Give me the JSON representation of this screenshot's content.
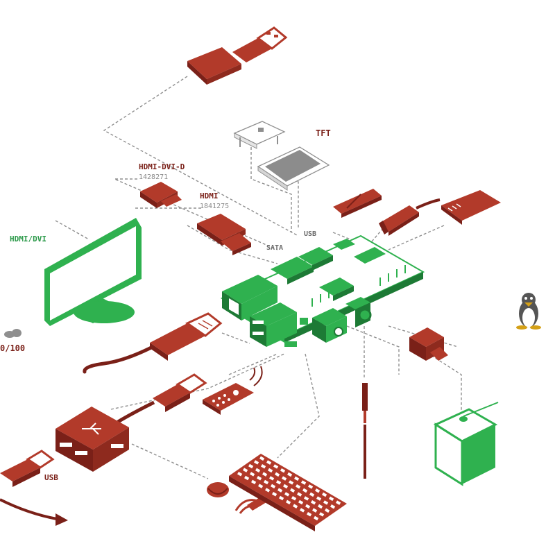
{
  "labels": {
    "tft": "TFT",
    "hdmi_dvi_d": "HDMI-DVI-D",
    "hdmi_dvi_d_num": "1428271",
    "hdmi": "HDMI",
    "hdmi_num": "1841275",
    "hdmi_dvi": "HDMI/DVI",
    "sata": "SATA",
    "usb_top": "USB",
    "usb_bottom": "USB",
    "ethernet": "0/100"
  },
  "colors": {
    "red": "#b23a2a",
    "red_dark": "#7a2018",
    "green": "#2fb14f",
    "green_dark": "#1d7a35",
    "dash": "#8f8f8f"
  }
}
